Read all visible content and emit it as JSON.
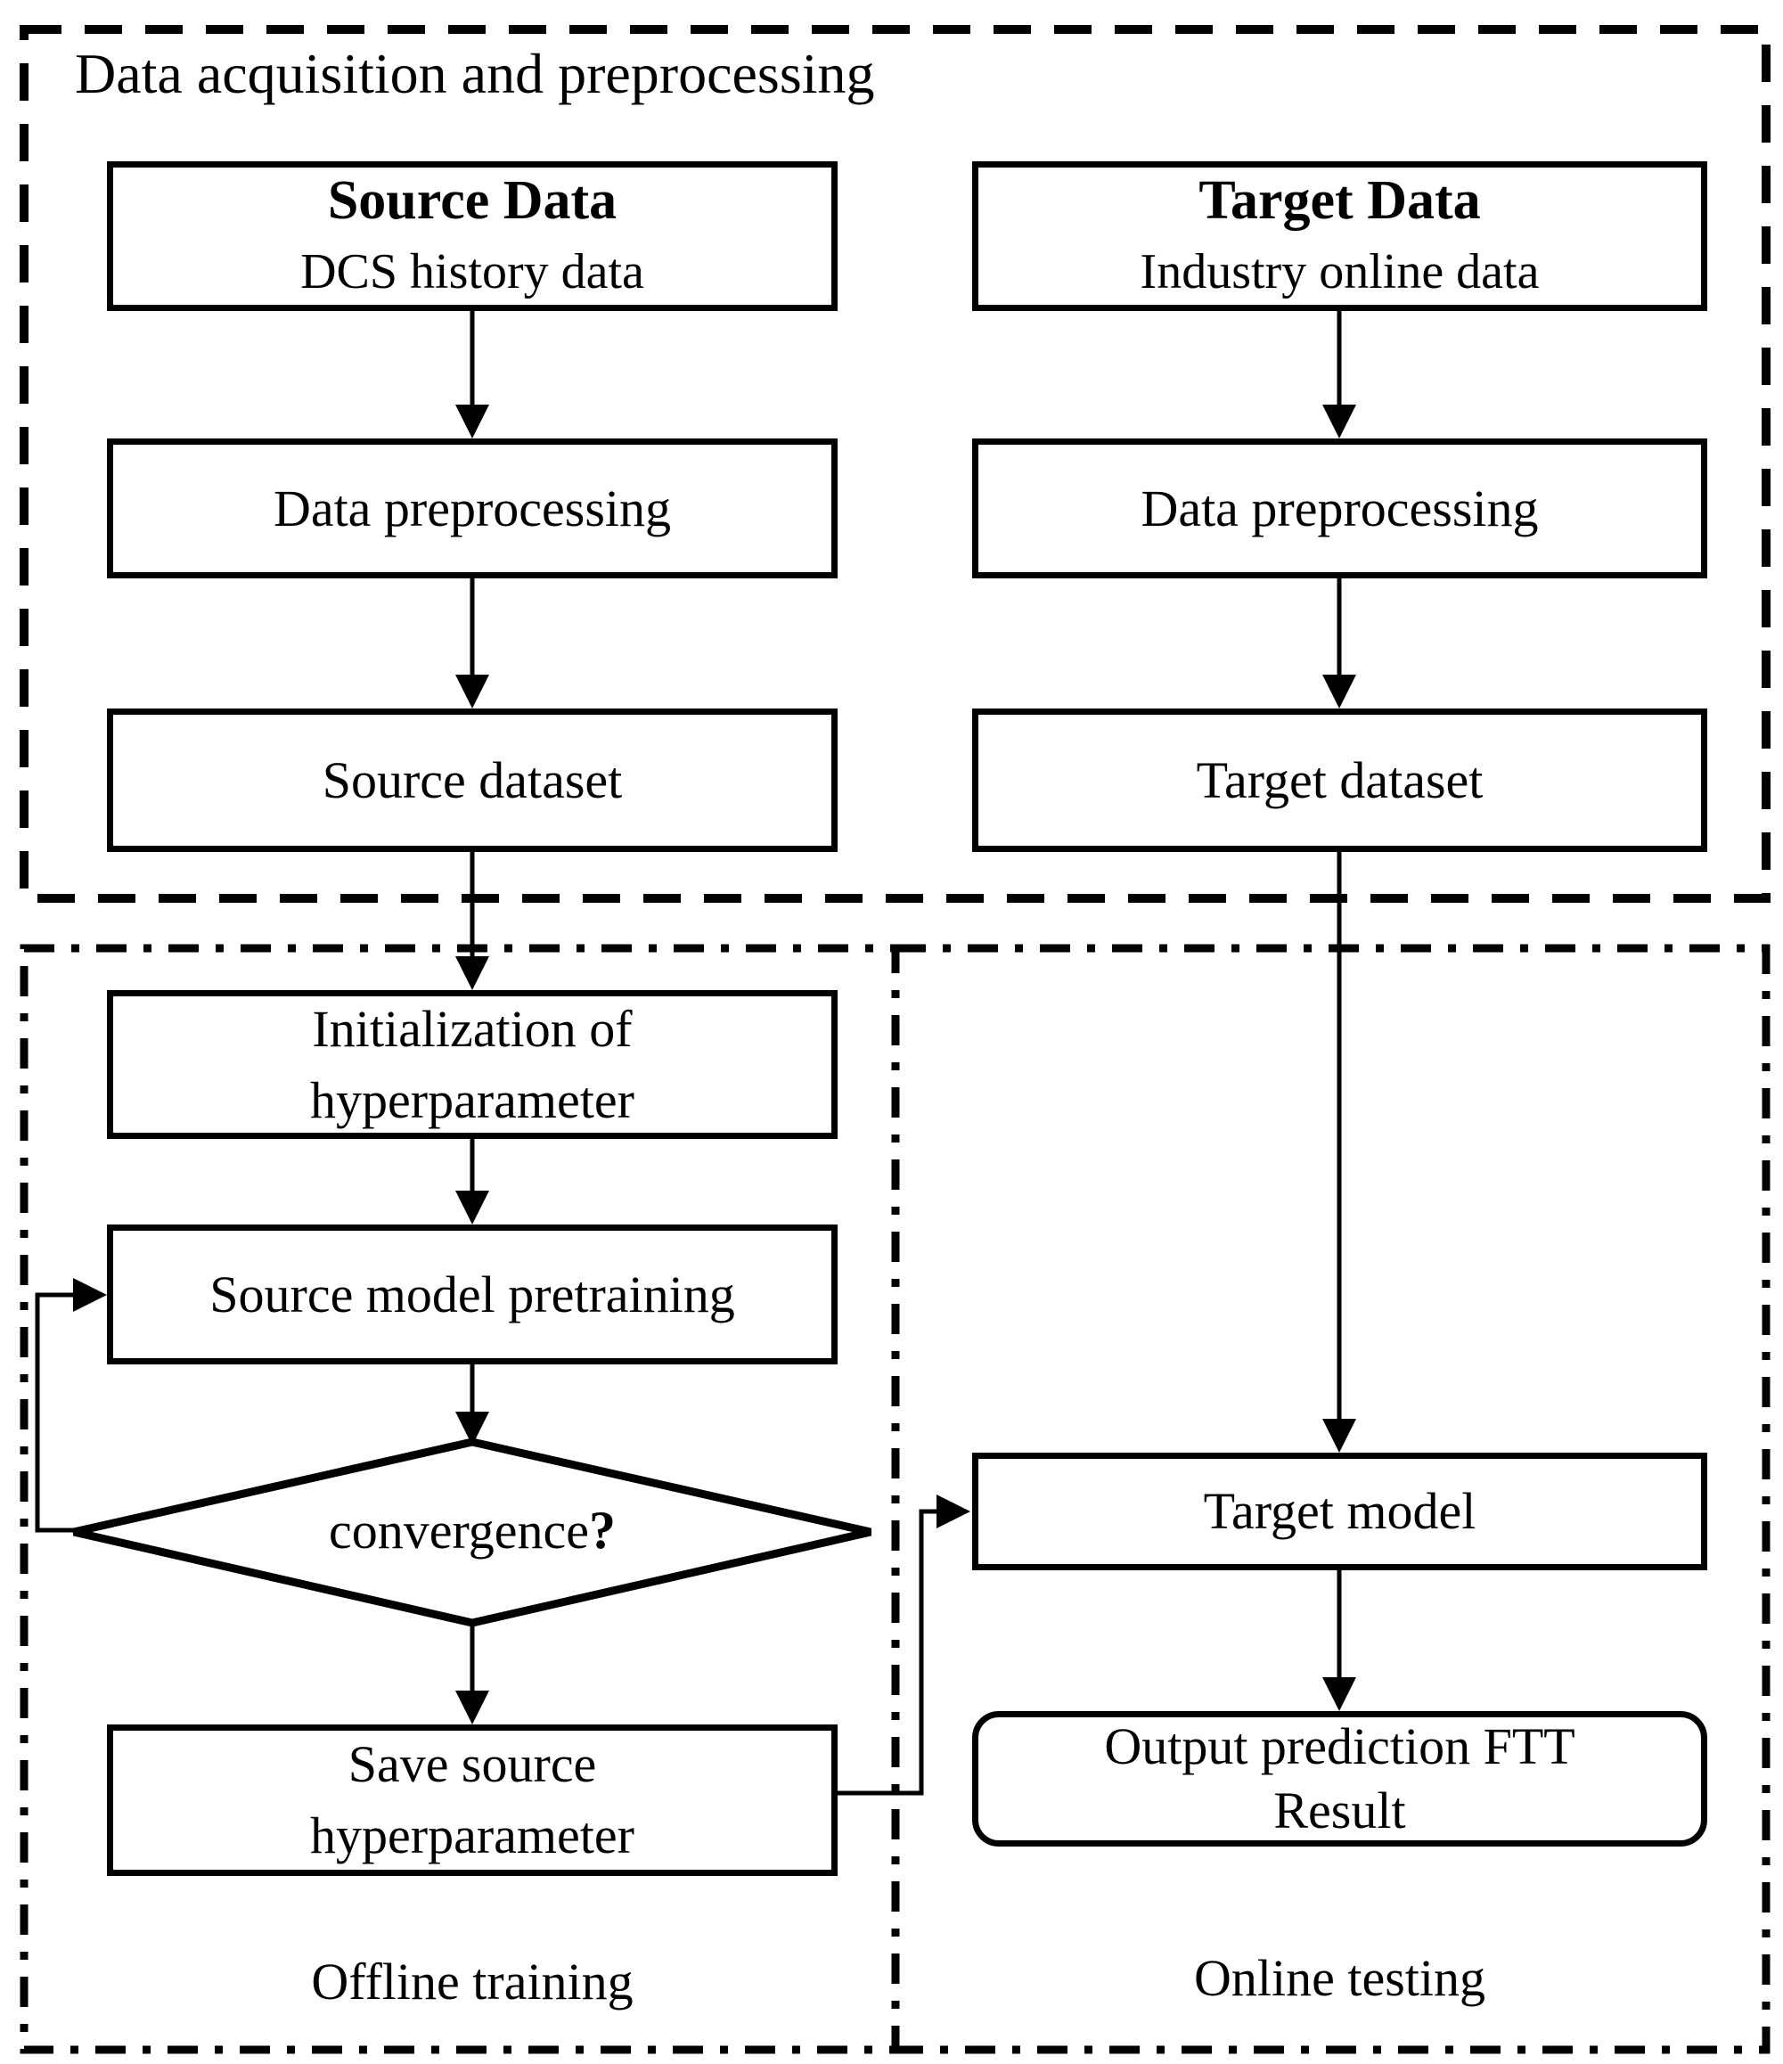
{
  "diagram": {
    "regions": {
      "acquisition": {
        "title": "Data acquisition and preprocessing"
      },
      "offline": {
        "label": "Offline training"
      },
      "online": {
        "label": "Online testing"
      }
    },
    "nodes": {
      "source_data": {
        "title": "Source Data",
        "subtitle": "DCS history data"
      },
      "target_data": {
        "title": "Target Data",
        "subtitle": "Industry online data"
      },
      "source_preprocessing": {
        "label": "Data preprocessing"
      },
      "target_preprocessing": {
        "label": "Data preprocessing"
      },
      "source_dataset": {
        "label": "Source dataset"
      },
      "target_dataset": {
        "label": "Target dataset"
      },
      "init_hyperparameter": {
        "line1": "Initialization of",
        "line2": "hyperparameter"
      },
      "source_model_pretraining": {
        "label": "Source model pretraining"
      },
      "convergence": {
        "label": "convergence",
        "question_mark": "?"
      },
      "save_hyperparameter": {
        "line1": "Save source",
        "line2": "hyperparameter"
      },
      "target_model": {
        "label": "Target model"
      },
      "output_result": {
        "line1": "Output prediction FTT",
        "line2": "Result"
      }
    },
    "colors": {
      "line": "#000000",
      "background": "#ffffff"
    }
  }
}
